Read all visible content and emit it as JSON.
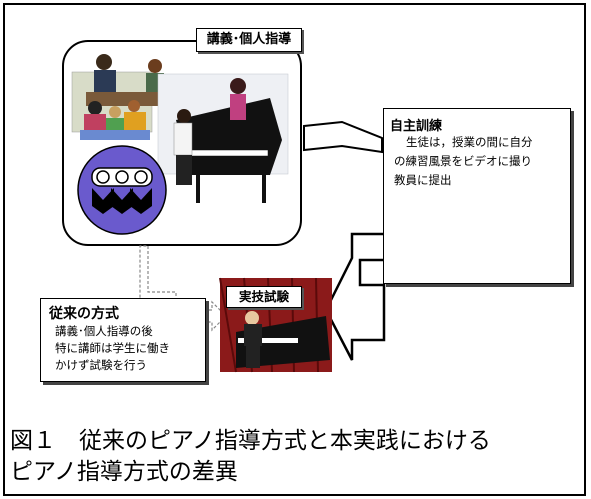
{
  "labels": {
    "lecture": "講義･個人指導",
    "self_training_title": "自主訓練",
    "self_training_lines": [
      "生徒は，授業の間に自分",
      "の練習風景をビデオに撮り",
      "教員に提出"
    ],
    "conventional_title": "従来の方式",
    "conventional_lines": [
      "講義･個人指導の後",
      "特に講師は学生に働き",
      "かけず試験を行う"
    ],
    "exam": "実技試験"
  },
  "caption": {
    "line1": "図１　従来のピアノ指導方式と本実践における",
    "line2": "ピアノ指導方式の差異"
  },
  "colors": {
    "border": "#000000",
    "curtain": "#8b1a1a",
    "piano": "#1a1a1a",
    "badge": "#6a5acd",
    "dashed": "#888888"
  }
}
